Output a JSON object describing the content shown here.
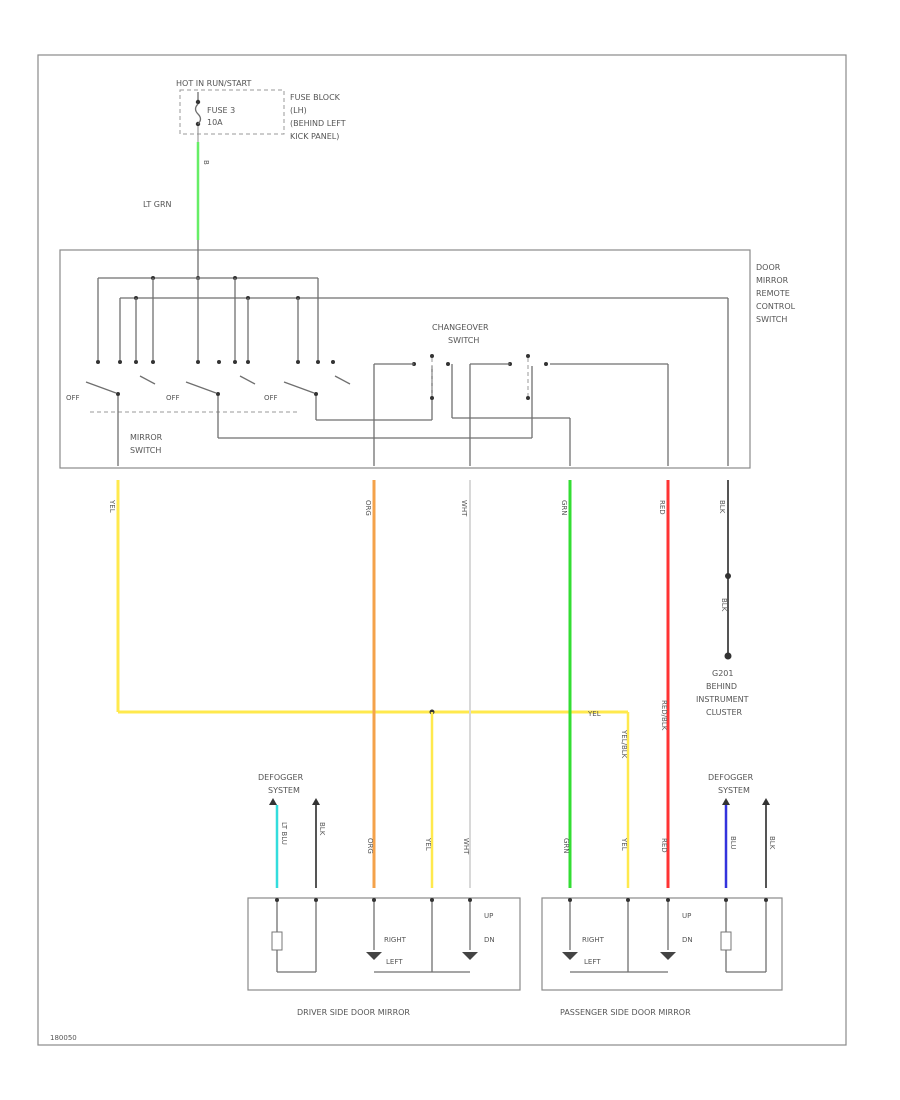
{
  "power_source": {
    "label": "HOT IN RUN/START",
    "fuse": "FUSE 3",
    "fuse_amp": "10A",
    "fuse_block_1": "FUSE BLOCK",
    "fuse_block_2": "(LH)",
    "fuse_block_3": "(BEHIND LEFT",
    "fuse_block_4": "KICK PANEL)",
    "pin": "B"
  },
  "feed_wire": {
    "color_label": "LT GRN"
  },
  "remote_switch": {
    "label_1": "DOOR",
    "label_2": "MIRROR",
    "label_3": "REMOTE",
    "label_4": "CONTROL",
    "label_5": "SWITCH",
    "off_label": "OFF",
    "mirror_switch_1": "MIRROR",
    "mirror_switch_2": "SWITCH",
    "changeover_1": "CHANGEOVER",
    "changeover_2": "SWITCH"
  },
  "wires": {
    "yel": "YEL",
    "org": "ORG",
    "wht": "WHT",
    "grn": "GRN",
    "red": "RED",
    "blk": "BLK",
    "yel_run": "YEL",
    "yel_blk": "YEL/BLK",
    "red_blk": "RED/BLK",
    "lt_blu": "LT BLU",
    "blu": "BLU"
  },
  "ground": {
    "label": "G201",
    "location_1": "BEHIND",
    "location_2": "INSTRUMENT",
    "location_3": "CLUSTER"
  },
  "defogger_left": {
    "line_1": "DEFOGGER",
    "line_2": "SYSTEM"
  },
  "defogger_right": {
    "line_1": "DEFOGGER",
    "line_2": "SYSTEM"
  },
  "driver_mirror": {
    "label": "DRIVER SIDE DOOR MIRROR",
    "right_label": "RIGHT",
    "left_label": "LEFT",
    "up_label": "UP",
    "dn_label": "DN"
  },
  "passenger_mirror": {
    "label": "PASSENGER SIDE DOOR MIRROR",
    "right_label": "RIGHT",
    "left_label": "LEFT",
    "up_label": "UP",
    "dn_label": "DN"
  },
  "figure_id": "180050",
  "colors": {
    "yellow": "#ffe94d",
    "orange": "#f4a24a",
    "white": "#d8d8d8",
    "green": "#33dd33",
    "red": "#ff3333",
    "black": "#555555",
    "lt_blue": "#33dddd",
    "blue": "#3333dd",
    "lt_green": "#66ee66"
  }
}
